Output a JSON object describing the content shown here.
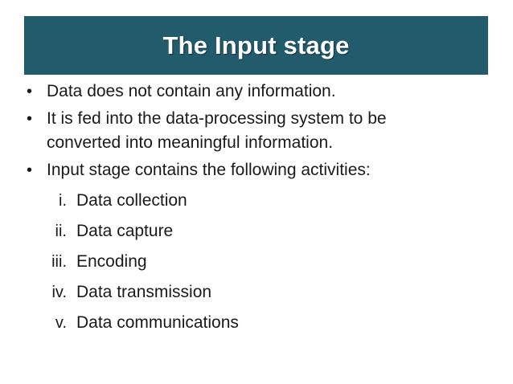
{
  "slide": {
    "title": "The Input stage",
    "theme": {
      "banner_color": "#225B6B",
      "title_color": "#FFFFFF",
      "body_text_color": "#1a1a1a",
      "background_color": "#FFFFFF"
    },
    "bullets": [
      {
        "marker": "•",
        "text": "Data does not contain any information."
      },
      {
        "marker": "•",
        "text": "It is fed into the data-processing system to be converted into meaningful information."
      },
      {
        "marker": "•",
        "text": "Input stage contains the following activities:"
      }
    ],
    "sub_items": [
      {
        "numeral": "i.",
        "text": "Data collection"
      },
      {
        "numeral": "ii.",
        "text": "Data capture"
      },
      {
        "numeral": "iii.",
        "text": "Encoding"
      },
      {
        "numeral": "iv.",
        "text": "Data transmission"
      },
      {
        "numeral": "v.",
        "text": "Data communications"
      }
    ]
  }
}
